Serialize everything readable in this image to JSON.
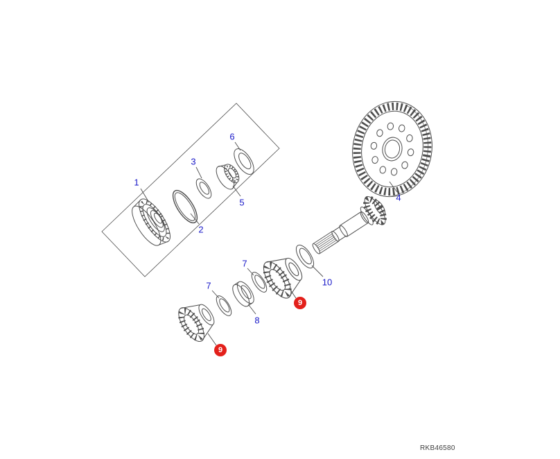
{
  "diagram": {
    "reference_code": "RKB46580",
    "colors": {
      "background": "#ffffff",
      "callout_text": "#1818c8",
      "badge_background": "#e3201b",
      "badge_text": "#ffffff",
      "line_art": "#4d4d4d"
    },
    "callouts": [
      {
        "id": "1",
        "label": "1",
        "highlighted": false
      },
      {
        "id": "2",
        "label": "2",
        "highlighted": false
      },
      {
        "id": "3",
        "label": "3",
        "highlighted": false
      },
      {
        "id": "4",
        "label": "4",
        "highlighted": false
      },
      {
        "id": "5",
        "label": "5",
        "highlighted": false
      },
      {
        "id": "6",
        "label": "6",
        "highlighted": false
      },
      {
        "id": "7a",
        "label": "7",
        "highlighted": false
      },
      {
        "id": "7b",
        "label": "7",
        "highlighted": false
      },
      {
        "id": "8",
        "label": "8",
        "highlighted": false
      },
      {
        "id": "9a",
        "label": "9",
        "highlighted": true
      },
      {
        "id": "9b",
        "label": "9",
        "highlighted": true
      },
      {
        "id": "10",
        "label": "10",
        "highlighted": false
      }
    ],
    "parts": [
      {
        "name": "drive-flange"
      },
      {
        "name": "o-ring"
      },
      {
        "name": "spacer-washer"
      },
      {
        "name": "crown-wheel-and-pinion"
      },
      {
        "name": "flange-nut"
      },
      {
        "name": "shield-washer"
      },
      {
        "name": "shim-washer"
      },
      {
        "name": "shim-washer"
      },
      {
        "name": "bearing-spacer"
      },
      {
        "name": "taper-roller-bearing"
      },
      {
        "name": "taper-roller-bearing"
      },
      {
        "name": "thrust-washer"
      }
    ]
  }
}
